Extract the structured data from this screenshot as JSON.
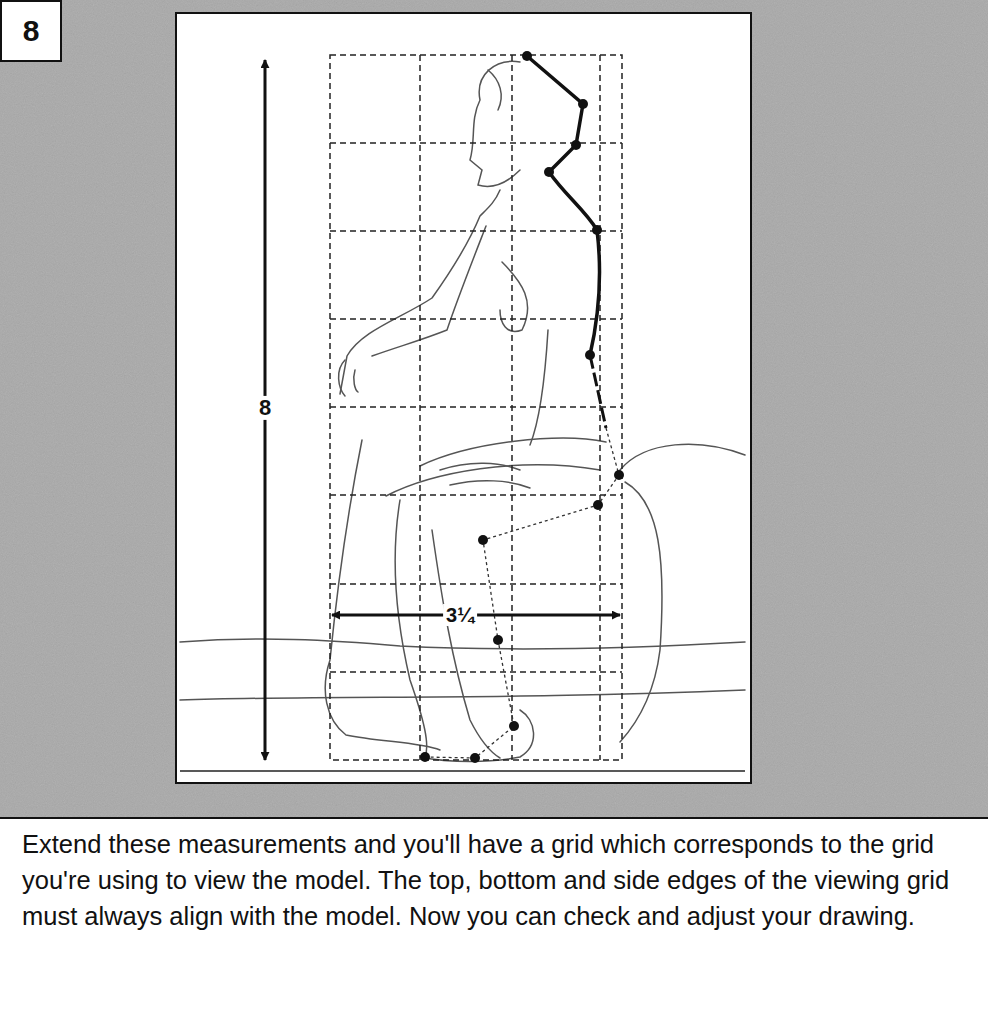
{
  "diagram": {
    "caption": "Extend these measurements and you'll have a grid which corresponds to the grid you're using to view the model. The top, bottom and side edges of the viewing grid must always align with the model. Now you can check and adjust your drawing.",
    "nodes": [
      {
        "text": [
          "8"
        ]
      }
    ],
    "labels": [
      "8",
      "3¼"
    ]
  }
}
